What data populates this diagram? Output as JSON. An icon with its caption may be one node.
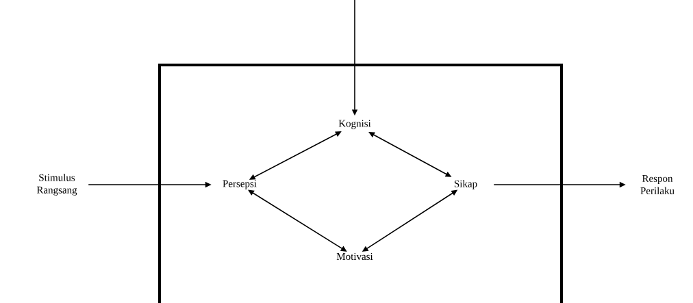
{
  "diagram": {
    "nodes": [
      {
        "text": [],
        "shape": "box"
      },
      {
        "text": [
          "Stimulus Rangsang"
        ]
      },
      {
        "text": [
          "Persepsi"
        ],
        "in": 0
      },
      {
        "text": [
          "Kognisi"
        ],
        "in": 0
      },
      {
        "text": [
          "Sikap"
        ],
        "in": 0
      },
      {
        "text": [
          "Motivasi"
        ],
        "in": 0
      },
      {
        "text": [
          "Respon Perilaku"
        ]
      }
    ],
    "edges": [
      {
        "from": null,
        "to": 3,
        "arrow": "to"
      },
      {
        "from": 1,
        "to": 2,
        "arrow": "to"
      },
      {
        "from": 2,
        "to": 3,
        "arrow": "both"
      },
      {
        "from": 3,
        "to": 4,
        "arrow": "both"
      },
      {
        "from": 2,
        "to": 5,
        "arrow": "both"
      },
      {
        "from": 5,
        "to": 4,
        "arrow": "both"
      },
      {
        "from": 4,
        "to": 6,
        "arrow": "to"
      }
    ]
  }
}
